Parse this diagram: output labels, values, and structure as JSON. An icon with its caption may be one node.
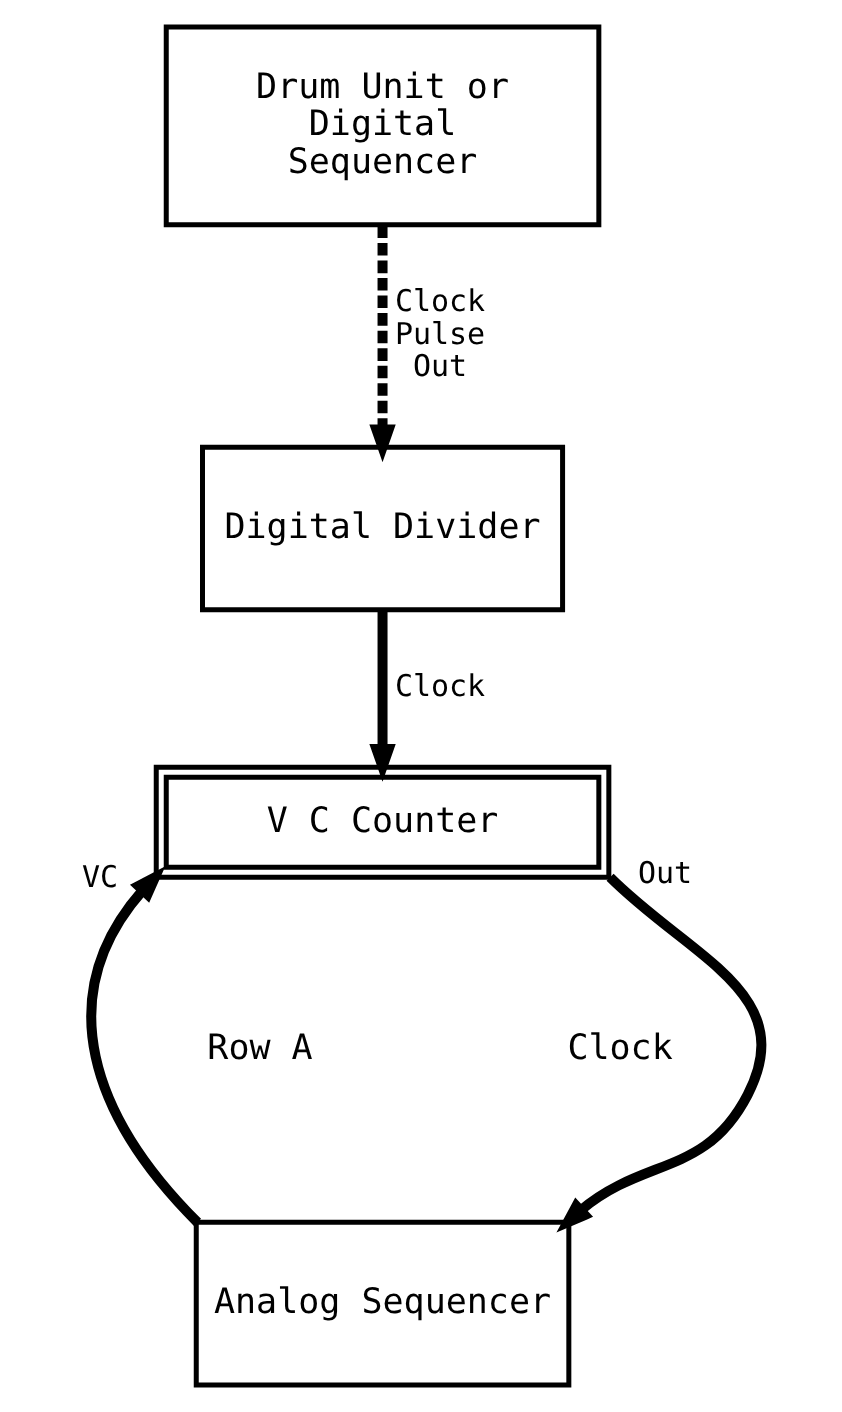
{
  "diagram": {
    "nodes": [
      {
        "text": [
          "Drum Unit or Digital Sequencer"
        ]
      },
      {
        "text": [
          "Digital Divider"
        ]
      },
      {
        "text": [
          "V C Counter"
        ]
      },
      {
        "text": [
          "Analog Sequencer"
        ]
      }
    ],
    "edges": [
      {
        "from": 0,
        "to": 1,
        "arrow": "to",
        "style": "dashed",
        "label": "Clock Pulse Out"
      },
      {
        "from": 1,
        "to": 2,
        "arrow": "to",
        "label": "Clock"
      },
      {
        "from": 3,
        "to": 2,
        "arrow": "to",
        "label": "VC"
      },
      {
        "from": 2,
        "to": 3,
        "arrow": "to",
        "label": "Out"
      }
    ],
    "labels": [
      "Row A",
      "Clock"
    ]
  }
}
